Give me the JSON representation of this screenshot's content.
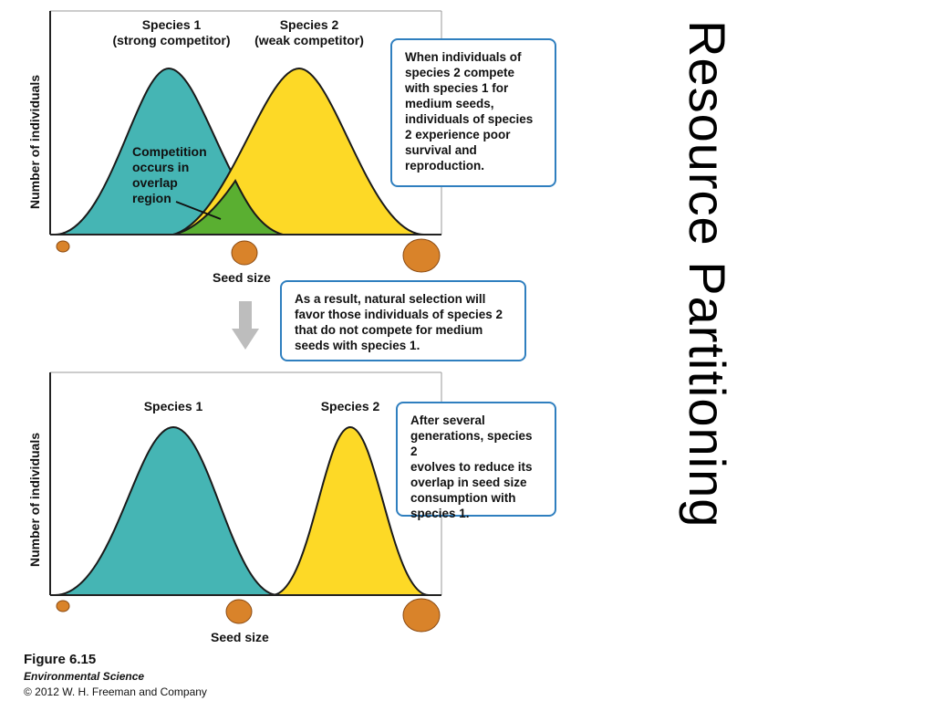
{
  "slide_title": "Resource Partitioning",
  "panel_top": {
    "species1_label_line1": "Species 1",
    "species1_label_line2": "(strong competitor)",
    "species2_label_line1": "Species 2",
    "species2_label_line2": "(weak competitor)",
    "y_axis_label": "Number of individuals",
    "x_axis_label": "Seed size",
    "overlap_label": [
      "Competition",
      "occurs in",
      "overlap",
      "region"
    ],
    "callout": [
      "When individuals of",
      "species 2 compete",
      "with species 1 for",
      "medium seeds,",
      "individuals of species",
      "2 experience poor",
      "survival and",
      "reproduction."
    ]
  },
  "middle_callout": [
    "As a result, natural selection will",
    "favor those individuals of species 2",
    "that do not compete for medium",
    "seeds with species 1."
  ],
  "panel_bottom": {
    "species1_label": "Species 1",
    "species2_label": "Species 2",
    "y_axis_label": "Number of individuals",
    "x_axis_label": "Seed size",
    "callout": [
      "After several",
      "generations, species 2",
      "evolves to reduce its",
      "overlap in seed size",
      "consumption with",
      "species 1."
    ]
  },
  "figure_caption": {
    "figure_number": "Figure 6.15",
    "book_title": "Environmental Science",
    "copyright": "© 2012 W. H. Freeman and Company"
  },
  "colors": {
    "species1": "#45b5b4",
    "species2": "#fdd926",
    "overlap": "#5aaf31",
    "callout_border": "#2f7fbf",
    "seed": "#d9832a"
  }
}
